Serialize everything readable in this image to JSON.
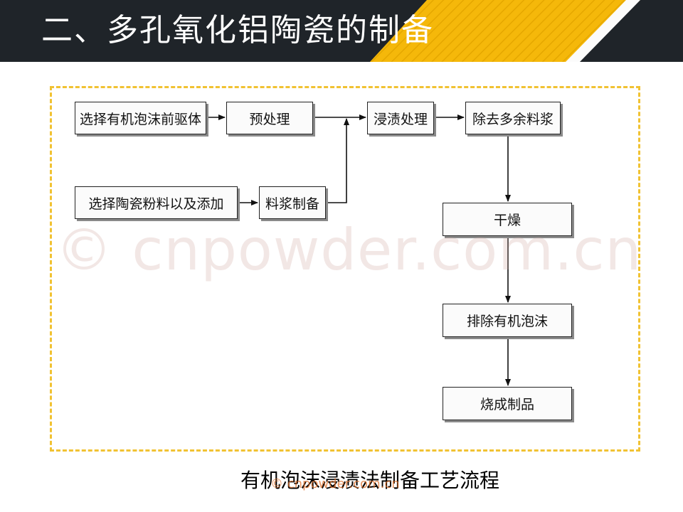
{
  "slide": {
    "title": "二、多孔氧化铝陶瓷的制备",
    "watermark": "© cnpowder.com.cn",
    "caption": "有机泡沫浸渍法制备工艺流程",
    "caption_overlay": "© cnpowder.com.cn"
  },
  "flowchart": {
    "nodes": {
      "select_foam": "选择有机泡沫前驱体",
      "pretreat": "预处理",
      "impregnate": "浸渍处理",
      "remove_slurry": "除去多余料浆",
      "select_powder": "选择陶瓷粉料以及添加",
      "slurry_prep": "料浆制备",
      "dry": "干燥",
      "remove_foam": "排除有机泡沫",
      "sinter": "烧成制品"
    }
  },
  "colors": {
    "header_bg": "#1f2429",
    "accent_yellow": "#f5b80a",
    "frame_border": "#f1c232"
  }
}
